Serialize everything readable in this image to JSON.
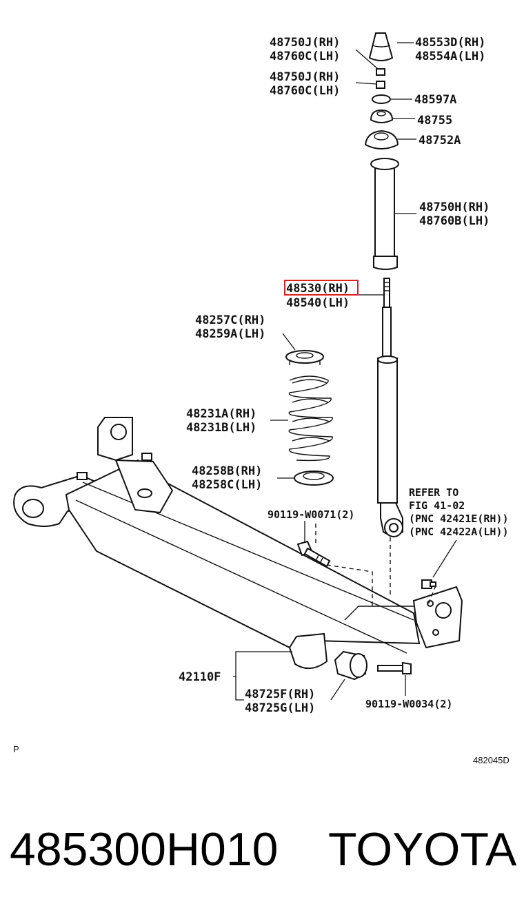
{
  "labels": {
    "l1a": "48750J(RH)",
    "l1b": "48760C(LH)",
    "l2a": "48750J(RH)",
    "l2b": "48760C(LH)",
    "r1a": "48553D(RH)",
    "r1b": "48554A(LH)",
    "r2": "48597A",
    "r3": "48755",
    "r4": "48752A",
    "r5a": "48750H(RH)",
    "r5b": "48760B(LH)",
    "hla": "48530(RH)",
    "hlb": "48540(LH)",
    "s1a": "48257C(RH)",
    "s1b": "48259A(LH)",
    "s2a": "48231A(RH)",
    "s2b": "48231B(LH)",
    "s3a": "48258B(RH)",
    "s3b": "48258C(LH)",
    "bolt1": "90119-W0071(2)",
    "ref1": "REFER TO",
    "ref2": "FIG 41-02",
    "ref3": "(PNC 42421E(RH))",
    "ref4": "(PNC 42422A(LH))",
    "beam": "42110F",
    "bush_a": "48725F(RH)",
    "bush_b": "48725G(LH)",
    "bolt2": "90119-W0034(2)",
    "corner_p": "P",
    "diagram_code": "482045D"
  },
  "footer": {
    "part_number": "485300H010",
    "brand": "TOYOTA"
  },
  "highlight_color": "#e02020"
}
